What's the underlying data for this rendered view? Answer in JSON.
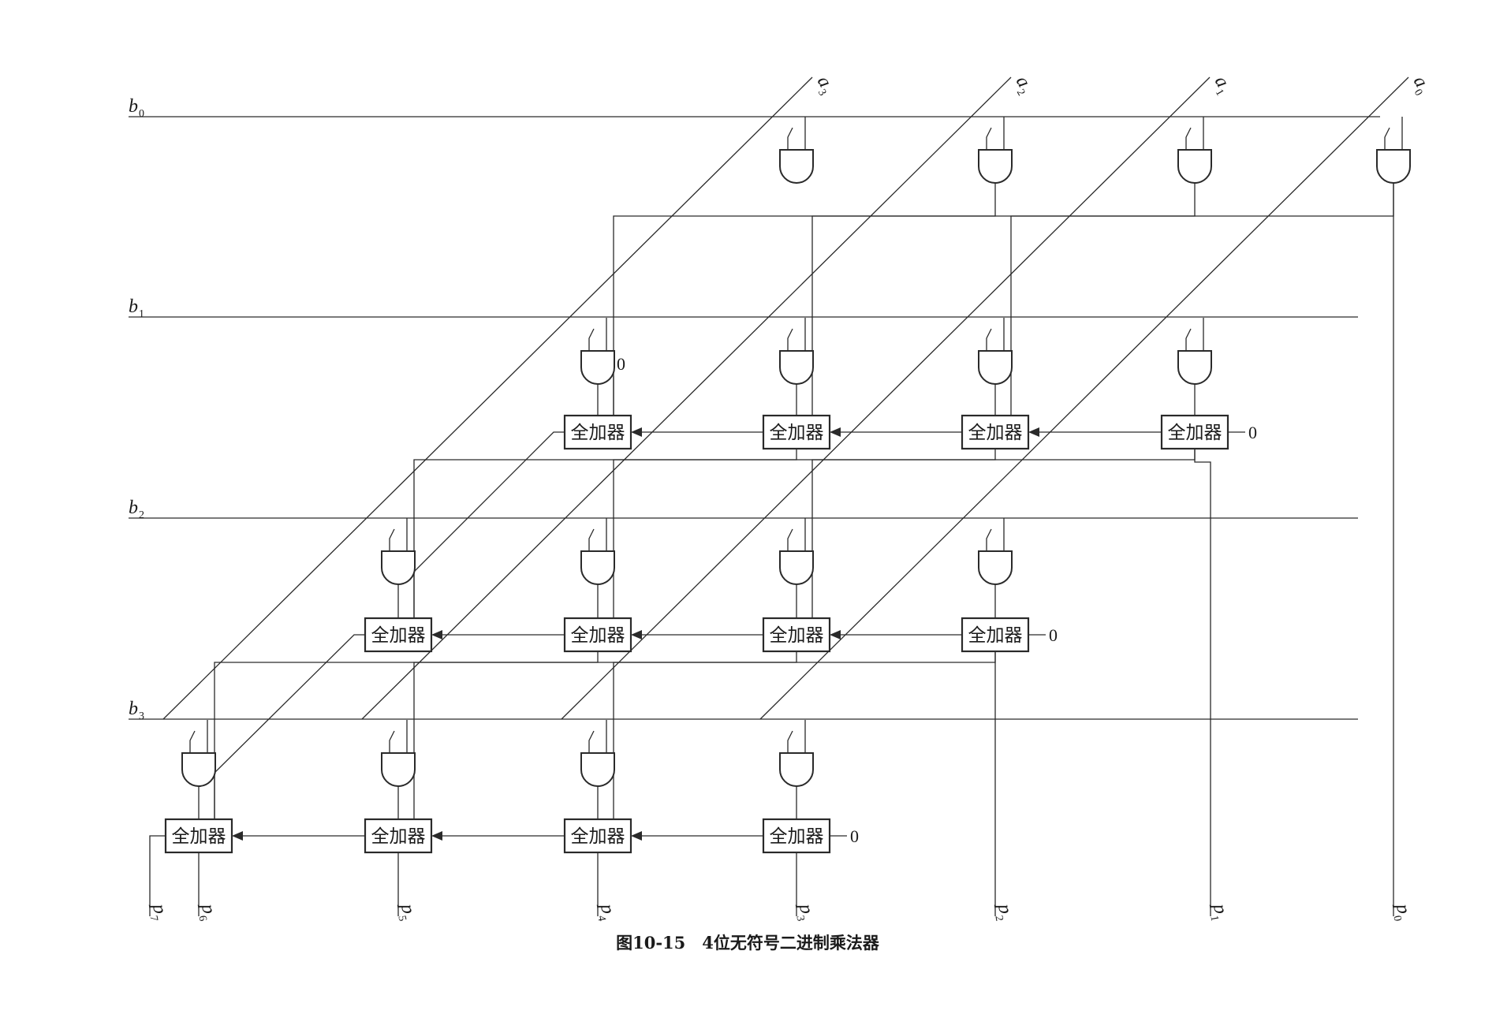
{
  "caption": "图10-15　4位无符号二进制乘法器",
  "adder_label": "全加器",
  "carry_in_label": "0",
  "b_labels": [
    {
      "letter": "b",
      "sub": "0"
    },
    {
      "letter": "b",
      "sub": "1"
    },
    {
      "letter": "b",
      "sub": "2"
    },
    {
      "letter": "b",
      "sub": "3"
    }
  ],
  "a_labels": [
    {
      "letter": "a",
      "sub": "3"
    },
    {
      "letter": "a",
      "sub": "2"
    },
    {
      "letter": "a",
      "sub": "1"
    },
    {
      "letter": "a",
      "sub": "0"
    }
  ],
  "p_labels": [
    {
      "letter": "p",
      "sub": "7"
    },
    {
      "letter": "p",
      "sub": "6"
    },
    {
      "letter": "p",
      "sub": "5"
    },
    {
      "letter": "p",
      "sub": "4"
    },
    {
      "letter": "p",
      "sub": "3"
    },
    {
      "letter": "p",
      "sub": "2"
    },
    {
      "letter": "p",
      "sub": "1"
    },
    {
      "letter": "p",
      "sub": "0"
    }
  ]
}
